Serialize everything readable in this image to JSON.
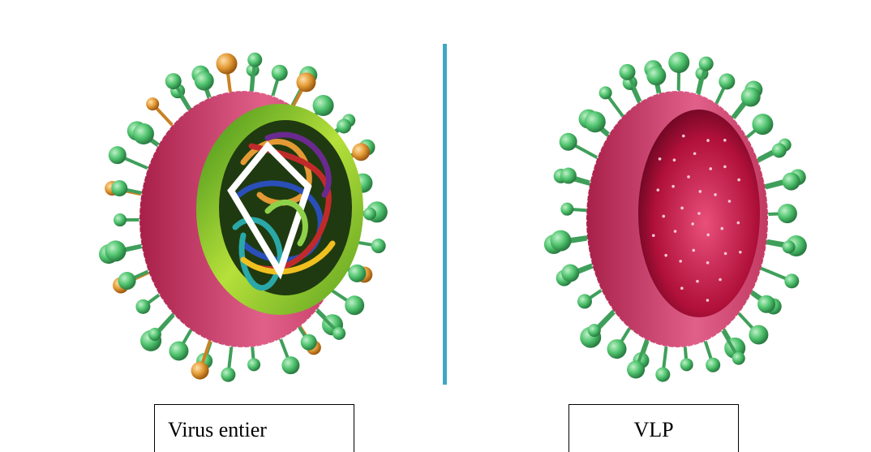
{
  "captions": {
    "left": "Virus entier",
    "right": "VLP"
  },
  "colors": {
    "membrane": "#d4456e",
    "membrane_dark": "#8a1a3c",
    "spike": "#4fc46e",
    "spike_dark": "#2f8f4b",
    "spike_orange": "#e39a35",
    "capsid_green": "#9ccc2a",
    "divider": "#3ea8c2",
    "interior": "#b0103a"
  },
  "panels": [
    {
      "name": "whole-virus",
      "has_genome": true
    },
    {
      "name": "vlp",
      "has_genome": false
    }
  ]
}
